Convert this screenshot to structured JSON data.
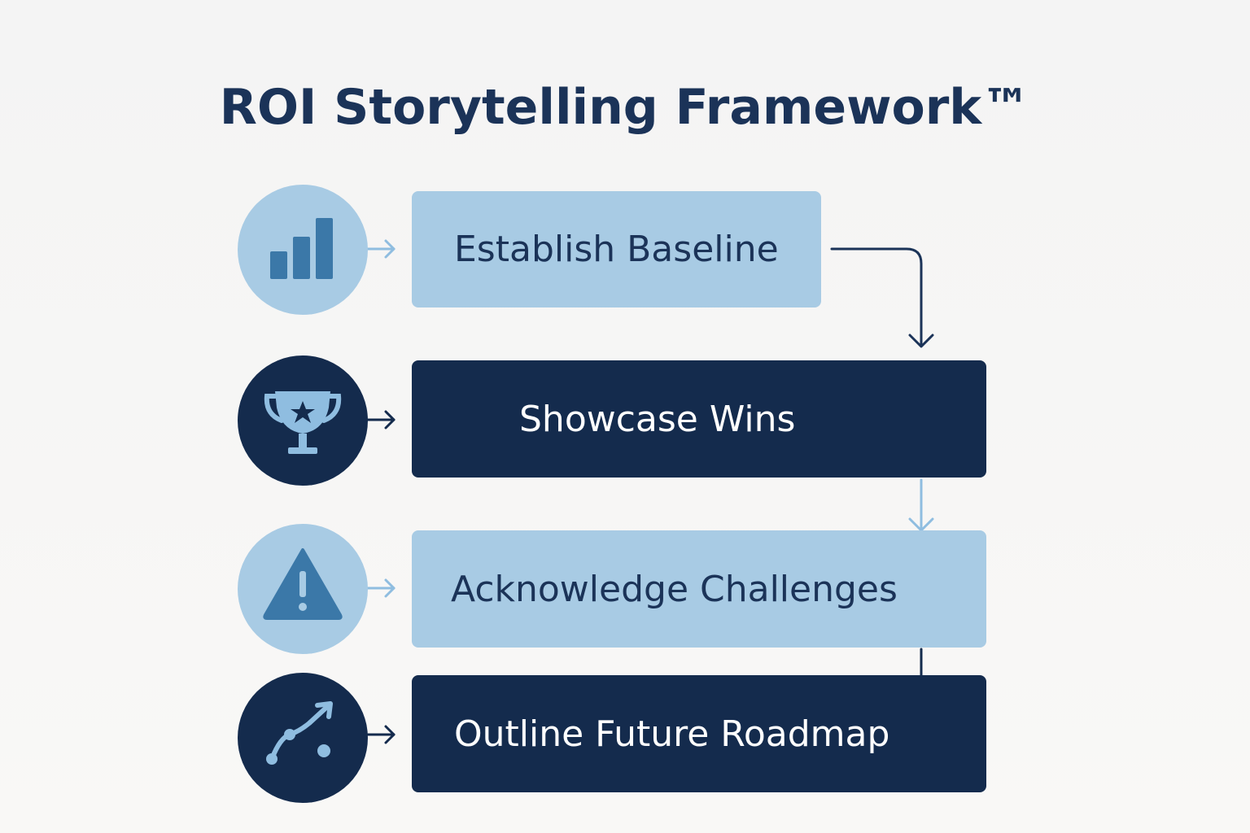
{
  "title": "ROI Storytelling Framework™",
  "steps": [
    {
      "label": "Establish Baseline",
      "icon": "bar-chart-icon",
      "style": "light"
    },
    {
      "label": "Showcase Wins",
      "icon": "trophy-icon",
      "style": "dark"
    },
    {
      "label": "Acknowledge Challenges",
      "icon": "warning-icon",
      "style": "light"
    },
    {
      "label": "Outline Future Roadmap",
      "icon": "roadmap-trend-icon",
      "style": "dark"
    }
  ],
  "colors": {
    "light_fill": "#a8cbe4",
    "dark_fill": "#142b4d",
    "title_text": "#1b3358",
    "icon_mid_blue": "#3b78a8",
    "icon_light_blue": "#8fbde0"
  }
}
